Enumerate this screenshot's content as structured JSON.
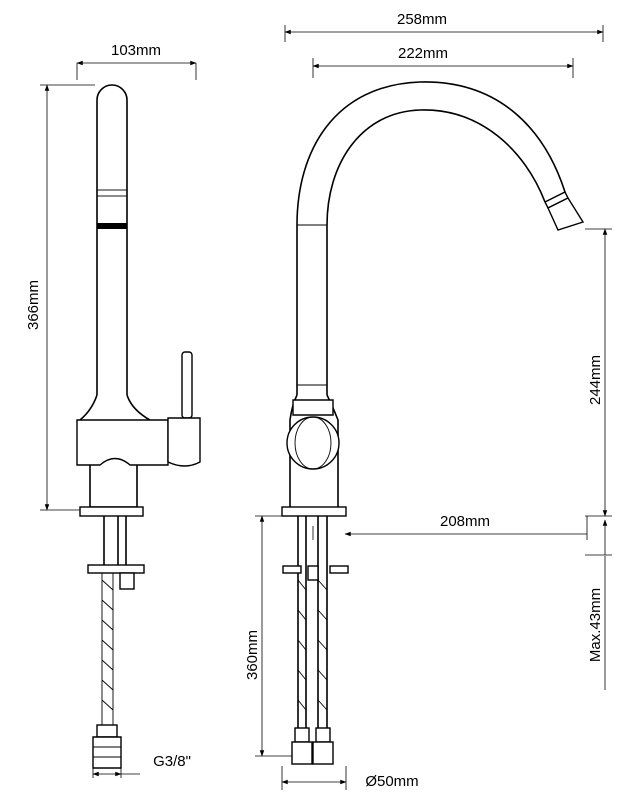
{
  "dimensions": {
    "overall_width": "258mm",
    "spout_reach_top": "222mm",
    "side_width": "103mm",
    "overall_height": "366mm",
    "spout_height": "244mm",
    "spout_reach": "208mm",
    "max_deck": "Max.43mm",
    "hose_length": "360mm",
    "thread": "G3/8\"",
    "base_diameter": "Ø50mm"
  }
}
